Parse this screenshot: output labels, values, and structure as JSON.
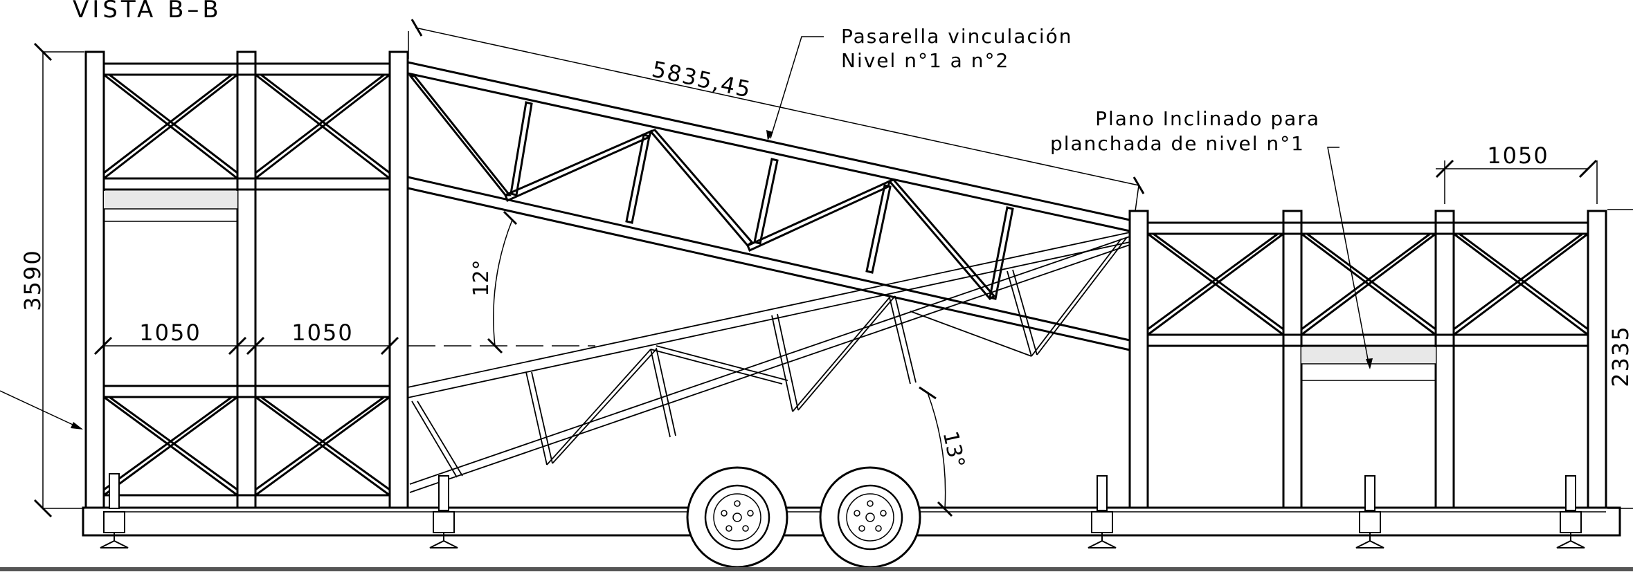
{
  "view_title": "VISTA B–B",
  "dimensions": {
    "walkway_length": "5835,45",
    "left_height": "3590",
    "right_height": "2335",
    "bay_width_1": "1050",
    "bay_width_2": "1050",
    "bay_width_right": "1050",
    "angle_upper": "12°",
    "angle_lower": "13°"
  },
  "callouts": {
    "walkway_line1": "Pasarella vinculación",
    "walkway_line2": "Nivel n°1 a n°2",
    "ramp_line1": "Plano Inclinado para",
    "ramp_line2": "planchada de nivel n°1"
  },
  "colors": {
    "ink": "#000000",
    "background": "#ffffff",
    "border": "#555555"
  }
}
